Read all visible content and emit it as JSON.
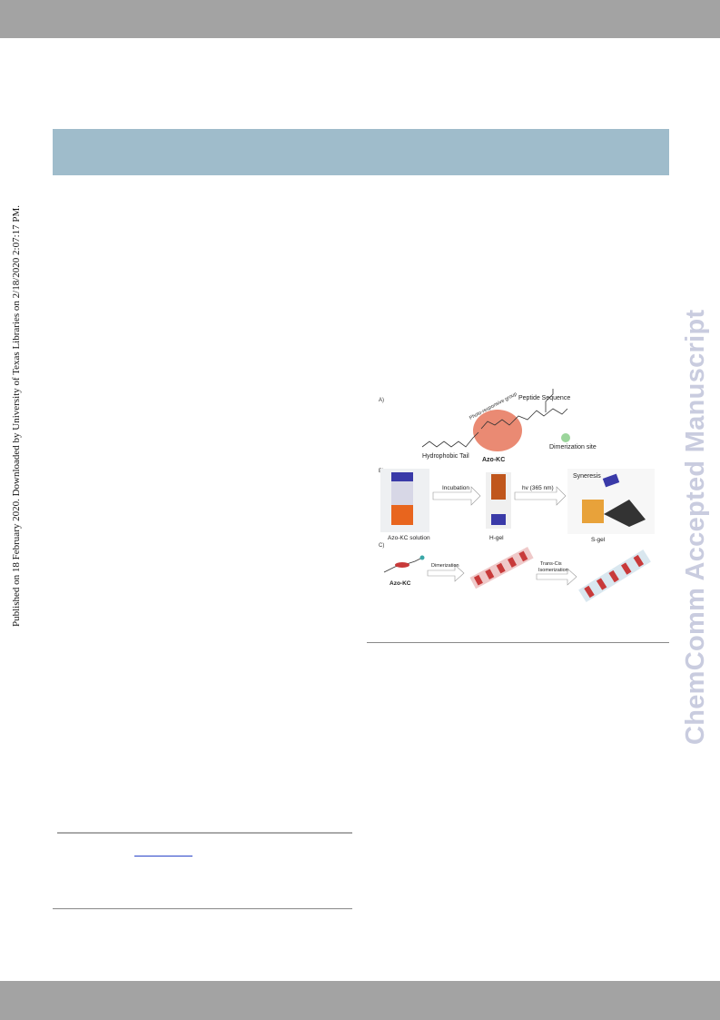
{
  "sidebar_note": "Published on 18 February 2020. Downloaded by University of Texas Libraries on 2/18/2020 2:07:17 PM.",
  "watermark": "ChemComm Accepted Manuscript",
  "figure": {
    "panel_a": {
      "label": "A)",
      "photo_group": "Photo-responsive group",
      "peptide_seq": "Peptide Sequence",
      "hydrophobic": "Hydrophobic Tail",
      "azo": "Azo-KC",
      "dimerization": "Dimerization site"
    },
    "panel_b": {
      "label": "B)",
      "incubation": "Incubation",
      "hv": "hv (365 nm)",
      "syneresis": "Syneresis",
      "solution": "Azo-KC solution",
      "hgel": "H-gel",
      "sgel": "S-gel"
    },
    "panel_c": {
      "label": "C)",
      "azo": "Azo-KC",
      "dimerization": "Dimerization",
      "trans_cis": "Trans-Cis",
      "isomerization": "Isomerization"
    }
  },
  "colors": {
    "header": "#a3a3a3",
    "banner": "#9fbccb",
    "watermark": "#c9ccdf",
    "orange": "#e8651e",
    "blue_cap": "#3a3aa8"
  }
}
